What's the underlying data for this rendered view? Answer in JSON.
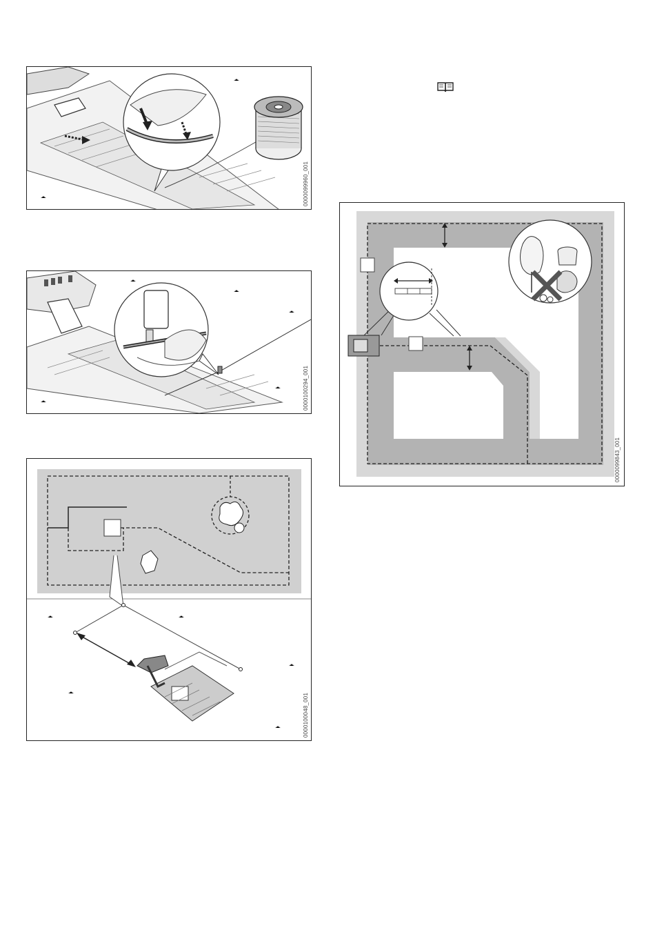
{
  "figures": [
    {
      "id": "fig1",
      "code": "0000099960_001",
      "subject": "wire-insertion-spool"
    },
    {
      "id": "fig2",
      "code": "0000100294_001",
      "subject": "peg-hammering"
    },
    {
      "id": "fig3",
      "code": "0000100048_001",
      "subject": "dock-placement-plan"
    },
    {
      "id": "fig4",
      "code": "0000099843_001",
      "subject": "boundary-distance-plan"
    }
  ],
  "icons": {
    "manual": "book-icon",
    "obstacle": "trees-crossed-icon"
  },
  "colors": {
    "lawn_dark": "#b3b3b3",
    "lawn_light": "#d8d8d8",
    "line": "#222222"
  }
}
